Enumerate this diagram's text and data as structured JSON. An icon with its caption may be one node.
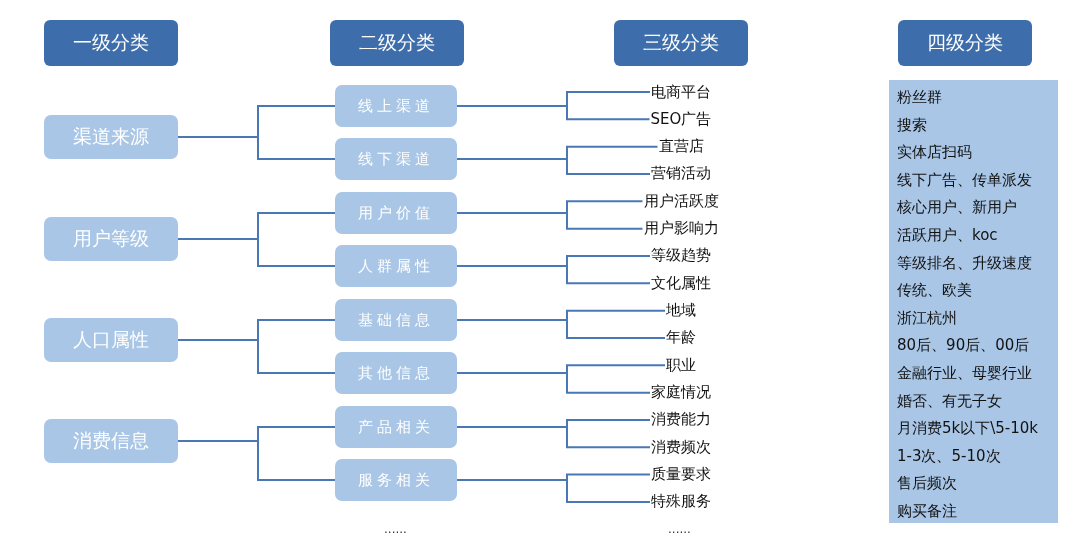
{
  "diagram": {
    "nodes": [
      {
        "text": [
          "一级分类"
        ]
      },
      {
        "text": [
          "二级分类"
        ]
      },
      {
        "text": [
          "三级分类"
        ]
      },
      {
        "text": [
          "四级分类"
        ]
      },
      {
        "text": [
          "渠道来源"
        ]
      },
      {
        "text": [
          "用户等级"
        ]
      },
      {
        "text": [
          "人口属性"
        ]
      },
      {
        "text": [
          "消费信息"
        ]
      },
      {
        "text": [
          "线上渠道"
        ]
      },
      {
        "text": [
          "线下渠道"
        ]
      },
      {
        "text": [
          "用户价值"
        ]
      },
      {
        "text": [
          "人群属性"
        ]
      },
      {
        "text": [
          "基础信息"
        ]
      },
      {
        "text": [
          "其他信息"
        ]
      },
      {
        "text": [
          "产品相关"
        ]
      },
      {
        "text": [
          "服务相关"
        ]
      },
      {
        "text": [
          "电商平台"
        ]
      },
      {
        "text": [
          "SEO广告"
        ]
      },
      {
        "text": [
          "直营店"
        ]
      },
      {
        "text": [
          "营销活动"
        ]
      },
      {
        "text": [
          "用户活跃度"
        ]
      },
      {
        "text": [
          "用户影响力"
        ]
      },
      {
        "text": [
          "等级趋势"
        ]
      },
      {
        "text": [
          "文化属性"
        ]
      },
      {
        "text": [
          "地域"
        ]
      },
      {
        "text": [
          "年龄"
        ]
      },
      {
        "text": [
          "职业"
        ]
      },
      {
        "text": [
          "家庭情况"
        ]
      },
      {
        "text": [
          "消费能力"
        ]
      },
      {
        "text": [
          "消费频次"
        ]
      },
      {
        "text": [
          "质量要求"
        ]
      },
      {
        "text": [
          "特殊服务"
        ]
      },
      {
        "text": [
          "粉丝群",
          "搜索",
          "实体店扫码",
          "线下广告、传单派发",
          "核心用户、新用户",
          "活跃用户、koc",
          "等级排名、升级速度",
          "传统、欧美",
          "浙江杭州",
          "80后、90后、00后",
          "金融行业、母婴行业",
          "婚否、有无子女",
          "月消费5k以下\\5-10k",
          "1-3次、5-10次",
          "售后频次",
          "购买备注"
        ]
      }
    ],
    "edges": [
      {
        "from": 4,
        "to": 8,
        "arrow": "none"
      },
      {
        "from": 4,
        "to": 9,
        "arrow": "none"
      },
      {
        "from": 5,
        "to": 10,
        "arrow": "none"
      },
      {
        "from": 5,
        "to": 11,
        "arrow": "none"
      },
      {
        "from": 6,
        "to": 12,
        "arrow": "none"
      },
      {
        "from": 6,
        "to": 13,
        "arrow": "none"
      },
      {
        "from": 7,
        "to": 14,
        "arrow": "none"
      },
      {
        "from": 7,
        "to": 15,
        "arrow": "none"
      },
      {
        "from": 8,
        "to": 16,
        "arrow": "none"
      },
      {
        "from": 8,
        "to": 17,
        "arrow": "none"
      },
      {
        "from": 9,
        "to": 18,
        "arrow": "none"
      },
      {
        "from": 9,
        "to": 19,
        "arrow": "none"
      },
      {
        "from": 10,
        "to": 20,
        "arrow": "none"
      },
      {
        "from": 10,
        "to": 21,
        "arrow": "none"
      },
      {
        "from": 11,
        "to": 22,
        "arrow": "none"
      },
      {
        "from": 11,
        "to": 23,
        "arrow": "none"
      },
      {
        "from": 12,
        "to": 24,
        "arrow": "none"
      },
      {
        "from": 12,
        "to": 25,
        "arrow": "none"
      },
      {
        "from": 13,
        "to": 26,
        "arrow": "none"
      },
      {
        "from": 13,
        "to": 27,
        "arrow": "none"
      },
      {
        "from": 14,
        "to": 28,
        "arrow": "none"
      },
      {
        "from": 14,
        "to": 29,
        "arrow": "none"
      },
      {
        "from": 15,
        "to": 30,
        "arrow": "none"
      },
      {
        "from": 15,
        "to": 31,
        "arrow": "none"
      }
    ],
    "labels": [
      "......",
      "......"
    ]
  }
}
